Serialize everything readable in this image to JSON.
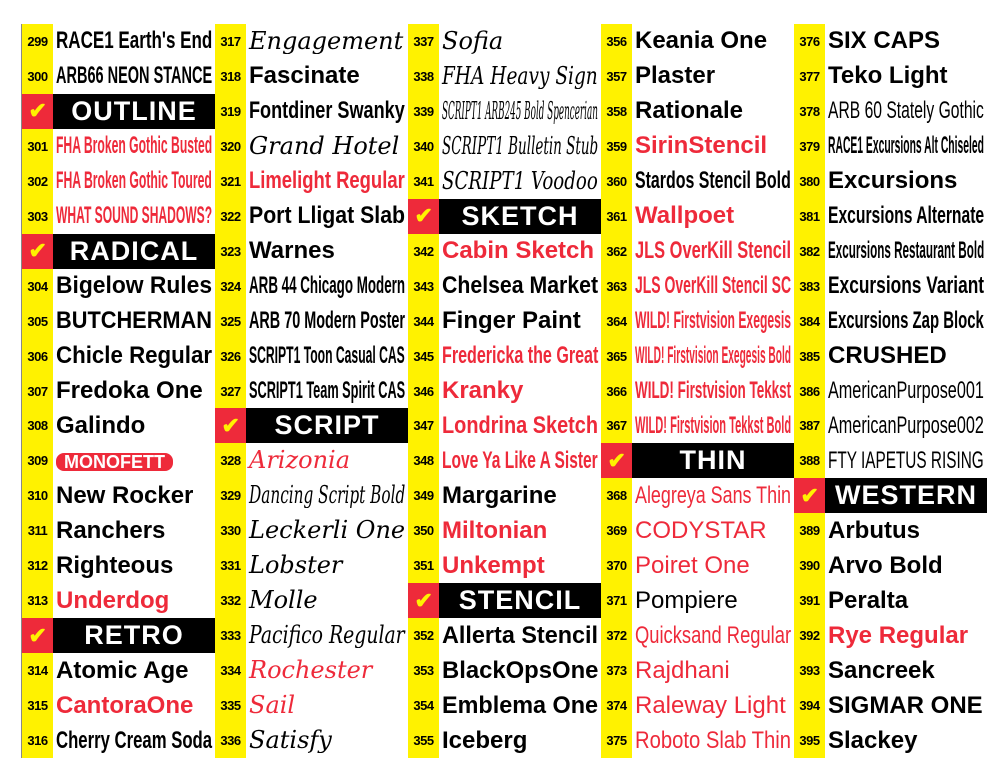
{
  "colors": {
    "yellow": "#fff200",
    "red": "#ee2a3a",
    "black": "#000000"
  },
  "check_icon": "checkmark-icon",
  "columns": [
    {
      "rows": [
        {
          "num": "299",
          "name": "RACE1 Earth's End"
        },
        {
          "num": "300",
          "name": "ARB66 NEON STANCE"
        },
        {
          "header": true,
          "name": "OUTLINE"
        },
        {
          "num": "301",
          "name": "FHA Broken Gothic Busted",
          "red": true
        },
        {
          "num": "302",
          "name": "FHA Broken Gothic Toured",
          "red": true
        },
        {
          "num": "303",
          "name": "WHAT SOUND SHADOWS?",
          "red": true
        },
        {
          "header": true,
          "name": "RADICAL"
        },
        {
          "num": "304",
          "name": "Bigelow Rules"
        },
        {
          "num": "305",
          "name": "BUTCHERMAN"
        },
        {
          "num": "306",
          "name": "Chicle Regular"
        },
        {
          "num": "307",
          "name": "Fredoka One"
        },
        {
          "num": "308",
          "name": "Galindo"
        },
        {
          "num": "309",
          "name": "MONOFETT",
          "mono": true
        },
        {
          "num": "310",
          "name": "New Rocker"
        },
        {
          "num": "311",
          "name": "Ranchers"
        },
        {
          "num": "312",
          "name": "Righteous"
        },
        {
          "num": "313",
          "name": "Underdog",
          "red": true
        },
        {
          "header": true,
          "name": "RETRO"
        },
        {
          "num": "314",
          "name": "Atomic Age"
        },
        {
          "num": "315",
          "name": "CantoraOne",
          "red": true
        },
        {
          "num": "316",
          "name": "Cherry Cream Soda"
        }
      ]
    },
    {
      "rows": [
        {
          "num": "317",
          "name": "Engagement",
          "script": true
        },
        {
          "num": "318",
          "name": "Fascinate"
        },
        {
          "num": "319",
          "name": "Fontdiner Swanky"
        },
        {
          "num": "320",
          "name": "Grand Hotel",
          "script": true
        },
        {
          "num": "321",
          "name": "Limelight Regular",
          "red": true
        },
        {
          "num": "322",
          "name": "Port Lligat Slab"
        },
        {
          "num": "323",
          "name": "Warnes"
        },
        {
          "num": "324",
          "name": "ARB 44 Chicago Modern"
        },
        {
          "num": "325",
          "name": "ARB 70 Modern Poster"
        },
        {
          "num": "326",
          "name": "SCRIPT1 Toon Casual CAS"
        },
        {
          "num": "327",
          "name": "SCRIPT1 Team Spirit CAS"
        },
        {
          "header": true,
          "name": "SCRIPT"
        },
        {
          "num": "328",
          "name": "Arizonia",
          "red": true,
          "script": true
        },
        {
          "num": "329",
          "name": "Dancing Script Bold",
          "script": true
        },
        {
          "num": "330",
          "name": "Leckerli One",
          "script": true
        },
        {
          "num": "331",
          "name": "Lobster",
          "script": true
        },
        {
          "num": "332",
          "name": "Molle",
          "script": true
        },
        {
          "num": "333",
          "name": "Pacifico Regular",
          "script": true
        },
        {
          "num": "334",
          "name": "Rochester",
          "red": true,
          "script": true
        },
        {
          "num": "335",
          "name": "Sail",
          "red": true,
          "script": true
        },
        {
          "num": "336",
          "name": "Satisfy",
          "script": true
        }
      ]
    },
    {
      "rows": [
        {
          "num": "337",
          "name": "Sofia",
          "script": true
        },
        {
          "num": "338",
          "name": "FHA Heavy Sign",
          "script": true
        },
        {
          "num": "339",
          "name": "SCRIPT1 ARB245 Bold Spencerian",
          "script": true
        },
        {
          "num": "340",
          "name": "SCRIPT1 Bulletin Stub",
          "script": true
        },
        {
          "num": "341",
          "name": "SCRIPT1 Voodoo",
          "script": true
        },
        {
          "header": true,
          "name": "SKETCH"
        },
        {
          "num": "342",
          "name": "Cabin Sketch",
          "red": true
        },
        {
          "num": "343",
          "name": "Chelsea Market"
        },
        {
          "num": "344",
          "name": "Finger Paint"
        },
        {
          "num": "345",
          "name": "Fredericka the Great",
          "red": true
        },
        {
          "num": "346",
          "name": "Kranky",
          "red": true
        },
        {
          "num": "347",
          "name": "Londrina Sketch",
          "red": true
        },
        {
          "num": "348",
          "name": "Love Ya Like A Sister",
          "red": true
        },
        {
          "num": "349",
          "name": "Margarine"
        },
        {
          "num": "350",
          "name": "Miltonian",
          "red": true
        },
        {
          "num": "351",
          "name": "Unkempt",
          "red": true
        },
        {
          "header": true,
          "name": "STENCIL"
        },
        {
          "num": "352",
          "name": "Allerta Stencil"
        },
        {
          "num": "353",
          "name": "BlackOpsOne"
        },
        {
          "num": "354",
          "name": "Emblema One"
        },
        {
          "num": "355",
          "name": "Iceberg"
        }
      ]
    },
    {
      "rows": [
        {
          "num": "356",
          "name": "Keania One"
        },
        {
          "num": "357",
          "name": "Plaster"
        },
        {
          "num": "358",
          "name": "Rationale"
        },
        {
          "num": "359",
          "name": "SirinStencil",
          "red": true
        },
        {
          "num": "360",
          "name": "Stardos Stencil Bold"
        },
        {
          "num": "361",
          "name": "Wallpoet",
          "red": true
        },
        {
          "num": "362",
          "name": "JLS OverKill Stencil",
          "red": true
        },
        {
          "num": "363",
          "name": "JLS OverKill Stencil SC",
          "red": true
        },
        {
          "num": "364",
          "name": "WILD! Firstvision Exegesis",
          "red": true
        },
        {
          "num": "365",
          "name": "WILD! Firstvision Exegesis Bold",
          "red": true
        },
        {
          "num": "366",
          "name": "WILD! Firstvision Tekkst",
          "red": true
        },
        {
          "num": "367",
          "name": "WILD! Firstvision Tekkst Bold",
          "red": true
        },
        {
          "header": true,
          "name": "THIN"
        },
        {
          "num": "368",
          "name": "Alegreya Sans Thin",
          "red": true,
          "thin": true
        },
        {
          "num": "369",
          "name": "CODYSTAR",
          "red": true,
          "thin": true
        },
        {
          "num": "370",
          "name": "Poiret One",
          "red": true,
          "thin": true
        },
        {
          "num": "371",
          "name": "Pompiere",
          "thin": true
        },
        {
          "num": "372",
          "name": "Quicksand Regular",
          "red": true,
          "thin": true
        },
        {
          "num": "373",
          "name": "Rajdhani",
          "red": true,
          "thin": true
        },
        {
          "num": "374",
          "name": "Raleway Light",
          "red": true,
          "thin": true
        },
        {
          "num": "375",
          "name": "Roboto Slab Thin",
          "red": true,
          "thin": true
        }
      ]
    },
    {
      "rows": [
        {
          "num": "376",
          "name": "SIX CAPS"
        },
        {
          "num": "377",
          "name": "Teko Light"
        },
        {
          "num": "378",
          "name": "ARB 60 Stately Gothic",
          "thin": true
        },
        {
          "num": "379",
          "name": "RACE1 Excursions Alt Chiseled"
        },
        {
          "num": "380",
          "name": "Excursions"
        },
        {
          "num": "381",
          "name": "Excursions Alternate"
        },
        {
          "num": "382",
          "name": "Excursions Restaurant Bold"
        },
        {
          "num": "383",
          "name": "Excursions Variant"
        },
        {
          "num": "384",
          "name": "Excursions Zap Block"
        },
        {
          "num": "385",
          "name": "CRUSHED"
        },
        {
          "num": "386",
          "name": "AmericanPurpose001",
          "thin": true
        },
        {
          "num": "387",
          "name": "AmericanPurpose002",
          "thin": true
        },
        {
          "num": "388",
          "name": "FTY IAPETUS RISING",
          "thin": true
        },
        {
          "header": true,
          "name": "WESTERN"
        },
        {
          "num": "389",
          "name": "Arbutus"
        },
        {
          "num": "390",
          "name": "Arvo Bold"
        },
        {
          "num": "391",
          "name": "Peralta"
        },
        {
          "num": "392",
          "name": "Rye Regular",
          "red": true
        },
        {
          "num": "393",
          "name": "Sancreek"
        },
        {
          "num": "394",
          "name": "SIGMAR ONE"
        },
        {
          "num": "395",
          "name": "Slackey"
        }
      ]
    }
  ]
}
